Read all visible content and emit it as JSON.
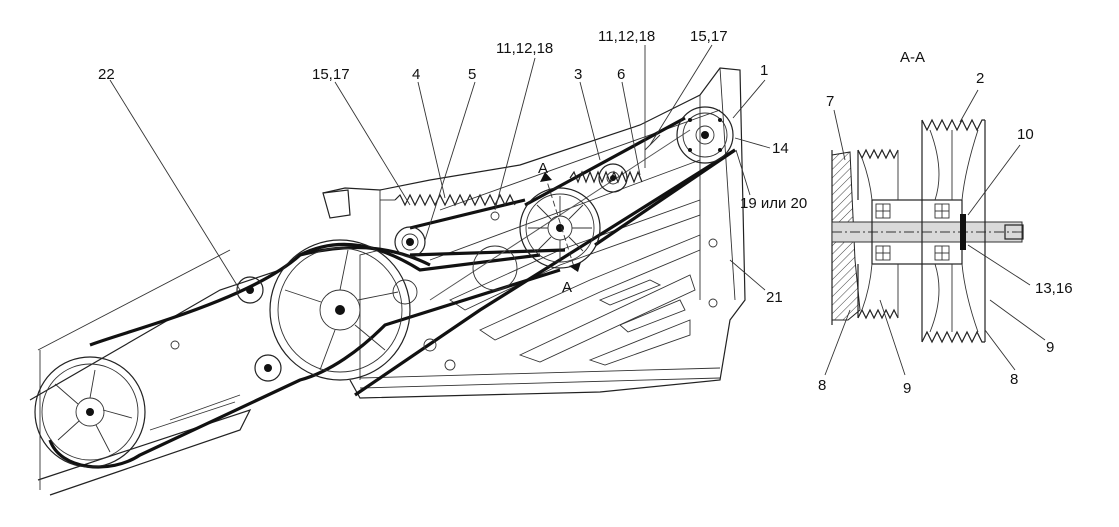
{
  "labels": {
    "l22": "22",
    "l15_17_left": "15,17",
    "l4": "4",
    "l5": "5",
    "l11_12_18_left": "11,12,18",
    "l3": "3",
    "l6": "6",
    "l11_12_18_right": "11,12,18",
    "l15_17_right": "15,17",
    "l1": "1",
    "l14": "14",
    "l19_20": "19 или 20",
    "l21": "21",
    "lA_top": "A",
    "lA_bottom": "A"
  },
  "section": {
    "title": "A-A",
    "l2": "2",
    "l7": "7",
    "l10": "10",
    "l13_16": "13,16",
    "l9_right": "9",
    "l8_right": "8",
    "l9_bottom": "9",
    "l8_left": "8"
  }
}
